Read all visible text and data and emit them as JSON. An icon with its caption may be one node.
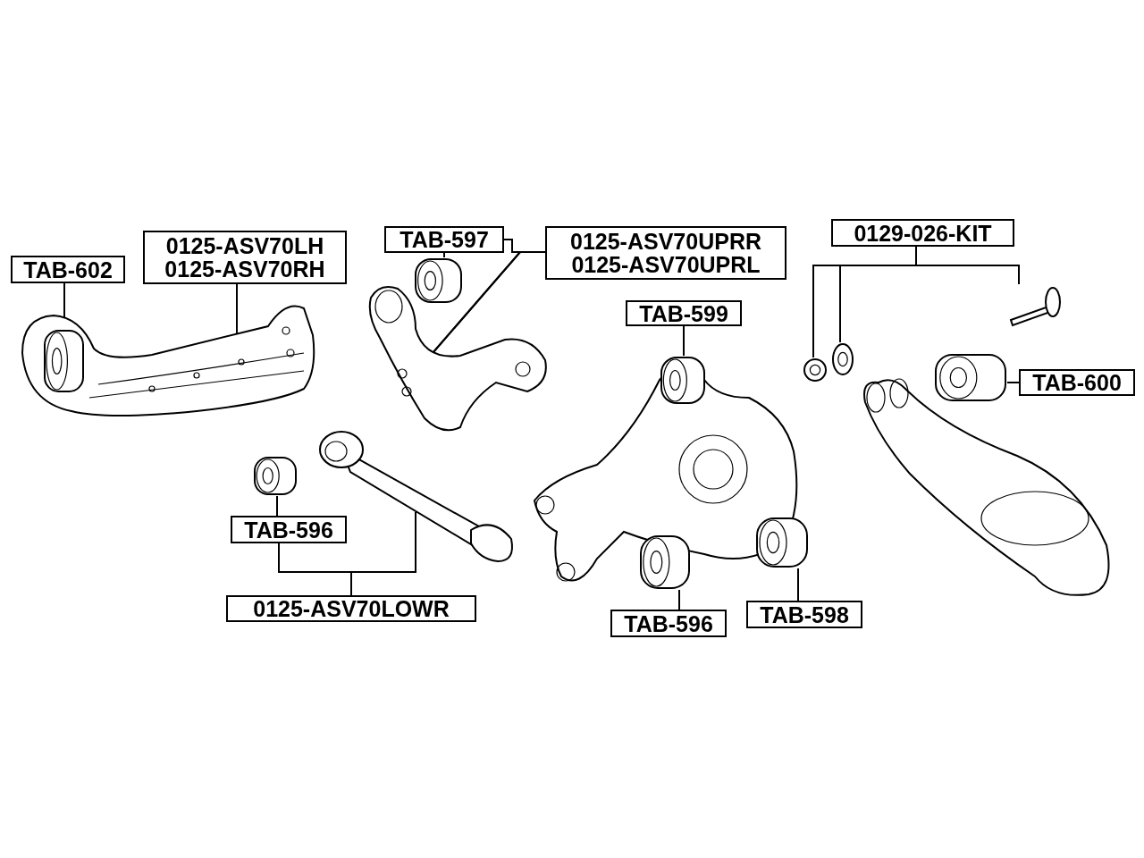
{
  "diagram": {
    "nodes": [
      {
        "text": [
          "TAB-602"
        ]
      },
      {
        "text": [
          "0125-ASV70LH",
          "0125-ASV70RH"
        ]
      },
      {
        "text": [
          "TAB-597"
        ]
      },
      {
        "text": [
          "0125-ASV70UPRR",
          "0125-ASV70UPRL"
        ]
      },
      {
        "text": [
          "TAB-599"
        ]
      },
      {
        "text": [
          "0129-026-KIT"
        ]
      },
      {
        "text": [
          "TAB-600"
        ]
      },
      {
        "text": [
          "TAB-596"
        ]
      },
      {
        "text": [
          "0125-ASV70LOWR"
        ]
      },
      {
        "text": [
          "TAB-596"
        ]
      },
      {
        "text": [
          "TAB-598"
        ]
      },
      {
        "text": [],
        "shape": "picture"
      },
      {
        "text": [],
        "shape": "picture",
        "in": 11
      },
      {
        "text": [],
        "shape": "picture"
      },
      {
        "text": [],
        "shape": "picture"
      },
      {
        "text": [],
        "shape": "picture"
      },
      {
        "text": [],
        "shape": "picture"
      },
      {
        "text": [],
        "shape": "picture"
      },
      {
        "text": [],
        "shape": "picture",
        "in": 17
      },
      {
        "text": [],
        "shape": "picture",
        "in": 17
      },
      {
        "text": [],
        "shape": "picture",
        "in": 17
      },
      {
        "text": [],
        "shape": "picture"
      },
      {
        "text": [],
        "shape": "picture"
      },
      {
        "text": [],
        "shape": "picture"
      },
      {
        "text": [],
        "shape": "picture"
      },
      {
        "text": [],
        "shape": "picture"
      }
    ],
    "edges": [
      {
        "from": 0,
        "to": 12,
        "arrow": "none"
      },
      {
        "from": 1,
        "to": 11,
        "arrow": "none"
      },
      {
        "from": 2,
        "to": 13,
        "arrow": "none"
      },
      {
        "from": 2,
        "to": 14,
        "arrow": "none"
      },
      {
        "from": 3,
        "to": 14,
        "arrow": "none"
      },
      {
        "from": 4,
        "to": 18,
        "arrow": "none"
      },
      {
        "from": 5,
        "to": 21,
        "arrow": "none"
      },
      {
        "from": 5,
        "to": 22,
        "arrow": "none"
      },
      {
        "from": 5,
        "to": 23,
        "arrow": "none"
      },
      {
        "from": 6,
        "to": 24,
        "arrow": "none"
      },
      {
        "from": 7,
        "to": 15,
        "arrow": "none"
      },
      {
        "from": 8,
        "to": 7,
        "arrow": "none"
      },
      {
        "from": 8,
        "to": 16,
        "arrow": "none"
      },
      {
        "from": 9,
        "to": 19,
        "arrow": "none"
      },
      {
        "from": 10,
        "to": 20,
        "arrow": "none"
      }
    ]
  }
}
